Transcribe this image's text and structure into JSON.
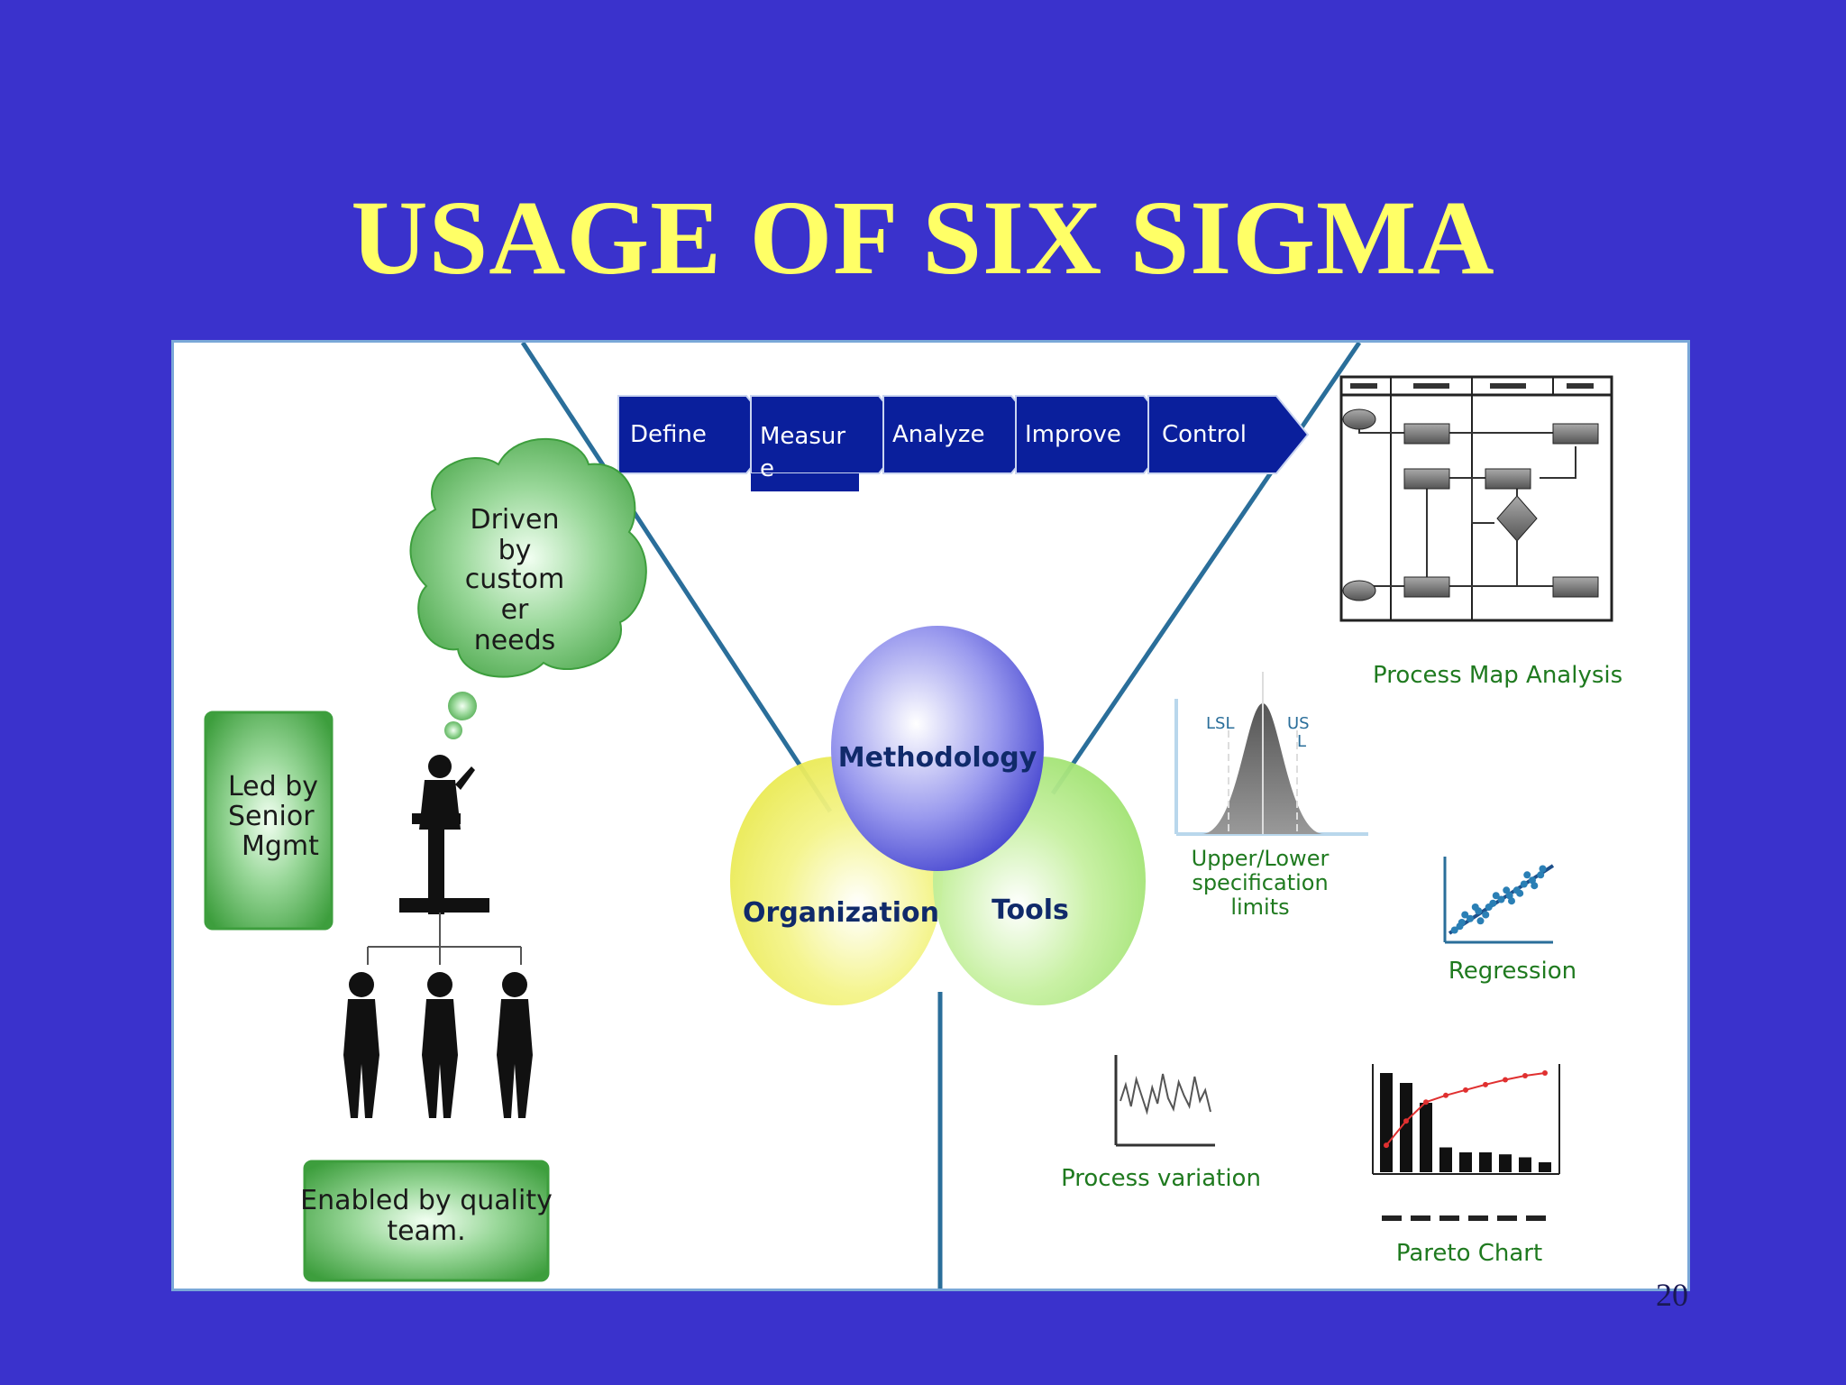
{
  "slide": {
    "title": "USAGE OF SIX SIGMA",
    "page_number": "20"
  },
  "process_steps": [
    {
      "label_lines": [
        "Define"
      ]
    },
    {
      "label_lines": [
        "Measur",
        "e"
      ]
    },
    {
      "label_lines": [
        "Analyze"
      ]
    },
    {
      "label_lines": [
        "Improve"
      ]
    },
    {
      "label_lines": [
        "Control"
      ]
    }
  ],
  "venn": {
    "top": "Methodology",
    "left": "Organization",
    "right": "Tools"
  },
  "organization": {
    "cloud_lines": [
      "Driven",
      "by",
      "custom",
      "er",
      "needs"
    ],
    "led_lines": [
      "Led by",
      "Senior",
      "Mgmt"
    ],
    "enabled_lines": [
      "Enabled by quality",
      "team."
    ]
  },
  "tools": {
    "process_map_label": "Process Map Analysis",
    "spec_limits_label_lines": [
      "Upper/Lower",
      "specification",
      "limits"
    ],
    "lsl": "LSL",
    "usl_lines": [
      "US",
      "L"
    ],
    "regression_label": "Regression",
    "process_variation_label": "Process variation",
    "pareto_label": "Pareto Chart",
    "pareto_bars": [
      10,
      9,
      7,
      2.5,
      2,
      2,
      1.8,
      1.5,
      1
    ],
    "regression_points": [
      [
        0.05,
        0.1
      ],
      [
        0.12,
        0.2
      ],
      [
        0.2,
        0.25
      ],
      [
        0.28,
        0.35
      ],
      [
        0.35,
        0.3
      ],
      [
        0.42,
        0.45
      ],
      [
        0.5,
        0.5
      ],
      [
        0.58,
        0.55
      ],
      [
        0.65,
        0.62
      ],
      [
        0.72,
        0.7
      ],
      [
        0.8,
        0.75
      ],
      [
        0.88,
        0.82
      ],
      [
        0.15,
        0.3
      ],
      [
        0.3,
        0.22
      ],
      [
        0.45,
        0.55
      ],
      [
        0.6,
        0.48
      ],
      [
        0.75,
        0.82
      ],
      [
        0.9,
        0.9
      ],
      [
        0.25,
        0.4
      ],
      [
        0.55,
        0.62
      ],
      [
        0.68,
        0.58
      ],
      [
        0.38,
        0.4
      ],
      [
        0.82,
        0.68
      ],
      [
        0.1,
        0.15
      ]
    ],
    "variation_series": [
      0.4,
      0.7,
      0.3,
      0.8,
      0.5,
      0.2,
      0.65,
      0.35,
      0.9,
      0.45,
      0.25,
      0.75,
      0.5,
      0.3,
      0.85,
      0.4,
      0.6,
      0.2
    ]
  },
  "colors": {
    "background": "#3a32cc",
    "title": "#ffff66",
    "step_fill": "#0a1f9c",
    "divider": "#2a6e9a",
    "green_box": "#3d9e3d",
    "green_text": "#1f7a1f"
  }
}
